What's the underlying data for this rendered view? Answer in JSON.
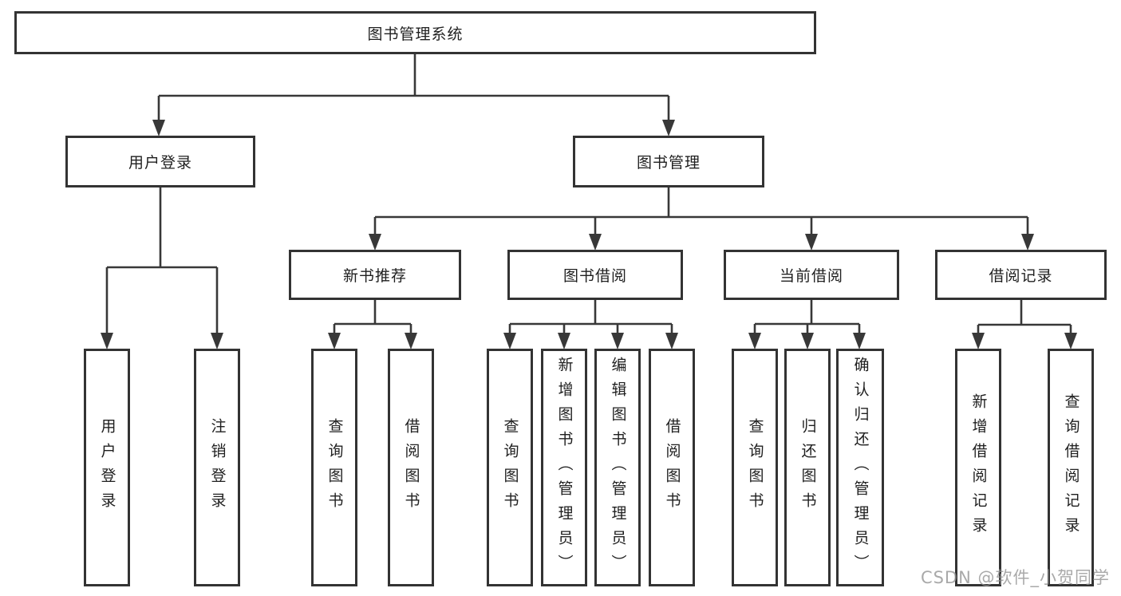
{
  "root": {
    "label": "图书管理系统"
  },
  "level2": [
    {
      "label": "用户登录"
    },
    {
      "label": "图书管理"
    }
  ],
  "level3": [
    {
      "label": "新书推荐",
      "parent": "图书管理"
    },
    {
      "label": "图书借阅",
      "parent": "图书管理"
    },
    {
      "label": "当前借阅",
      "parent": "图书管理"
    },
    {
      "label": "借阅记录",
      "parent": "图书管理"
    }
  ],
  "leaves": [
    {
      "label": "用户登录",
      "parent": "用户登录"
    },
    {
      "label": "注销登录",
      "parent": "用户登录"
    },
    {
      "label": "查询图书",
      "parent": "新书推荐"
    },
    {
      "label": "借阅图书",
      "parent": "新书推荐"
    },
    {
      "label": "查询图书",
      "parent": "图书借阅"
    },
    {
      "label": "新增图书（管理员）",
      "parent": "图书借阅"
    },
    {
      "label": "编辑图书（管理员）",
      "parent": "图书借阅"
    },
    {
      "label": "借阅图书",
      "parent": "图书借阅"
    },
    {
      "label": "查询图书",
      "parent": "当前借阅"
    },
    {
      "label": "归还图书",
      "parent": "当前借阅"
    },
    {
      "label": "确认归还（管理员）",
      "parent": "当前借阅"
    },
    {
      "label": "新增借阅记录",
      "parent": "借阅记录"
    },
    {
      "label": "查询借阅记录",
      "parent": "借阅记录"
    }
  ],
  "watermark": {
    "text": "CSDN @软件_小贺同学"
  },
  "colors": {
    "line": "#383838",
    "box_border": "#333333",
    "text": "#1f1f1f",
    "watermark": "#919191",
    "background": "#ffffff"
  }
}
